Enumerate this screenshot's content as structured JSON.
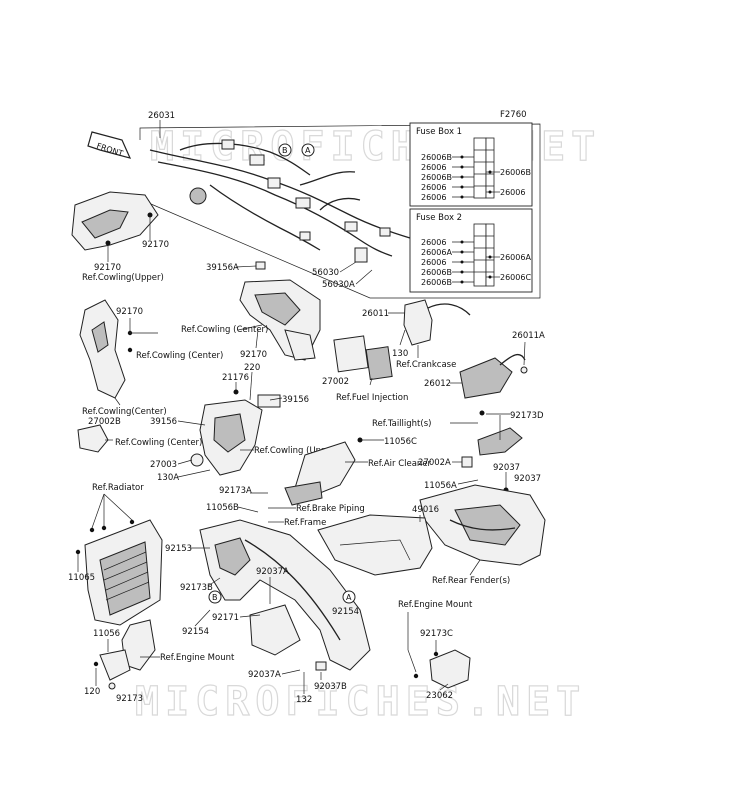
{
  "figure_code": "F2760",
  "watermark": "MICROFICHES.NET",
  "front_label": "FRONT",
  "fuse_box_1": {
    "title": "Fuse Box 1",
    "left": [
      "26006B",
      "26006",
      "26006B",
      "26006",
      "26006"
    ],
    "right": [
      "26006B",
      "26006"
    ]
  },
  "fuse_box_2": {
    "title": "Fuse Box 2",
    "left": [
      "26006",
      "26006A",
      "26006",
      "26006B",
      "26006B"
    ],
    "right": [
      "26006A",
      "26006C"
    ]
  },
  "callouts": {
    "A": "A",
    "B": "B"
  },
  "parts": {
    "p26031": "26031",
    "p92170a": "92170",
    "p92170b": "92170",
    "p92170c": "92170",
    "p92170d": "92170",
    "p39156A": "39156A",
    "p56030": "56030",
    "p56030A": "56030A",
    "p26011": "26011",
    "p26011A": "26011A",
    "p130a": "130",
    "p26012": "26012",
    "p27002": "27002",
    "p21176": "21176",
    "p220": "220",
    "p39156": "39156",
    "p39156b": "39156",
    "p27002B": "27002B",
    "p27003": "27003",
    "p130A": "130A",
    "p92173D": "92173D",
    "p11056C": "11056C",
    "p27002A": "27002A",
    "p92037a": "92037",
    "p92037b": "92037",
    "p11056A": "11056A",
    "p92173A": "92173A",
    "p11056B": "11056B",
    "p49016": "49016",
    "p92153": "92153",
    "p92173B": "92173B",
    "p11065": "11065",
    "p92037A": "92037A",
    "p92171": "92171",
    "p92154a": "92154",
    "p92154b": "92154",
    "p92173C": "92173C",
    "p11056": "11056",
    "p120": "120",
    "p92173": "92173",
    "p92037Aa": "92037A",
    "p92037B": "92037B",
    "p132": "132",
    "p23062": "23062"
  },
  "refs": {
    "cowling_upper": "Ref.Cowling(Upper)",
    "cowling_center_1": "Ref.Cowling (Center)",
    "cowling_center_2": "Ref.Cowling (Center)",
    "cowling_center_3": "Ref.Cowling(Center)",
    "cowling_center_4": "Ref.Cowling (Center)",
    "cowling_upper_2": "Ref.Cowling (Upper)",
    "crankcase": "Ref.Crankcase",
    "fuel_injection": "Ref.Fuel Injection",
    "taillight": "Ref.Taillight(s)",
    "air_cleaner": "Ref.Air Cleaner",
    "radiator": "Ref.Radiator",
    "brake_piping": "Ref.Brake Piping",
    "frame": "Ref.Frame",
    "rear_fender": "Ref.Rear Fender(s)",
    "engine_mount_1": "Ref.Engine Mount",
    "engine_mount_2": "Ref.Engine Mount"
  }
}
